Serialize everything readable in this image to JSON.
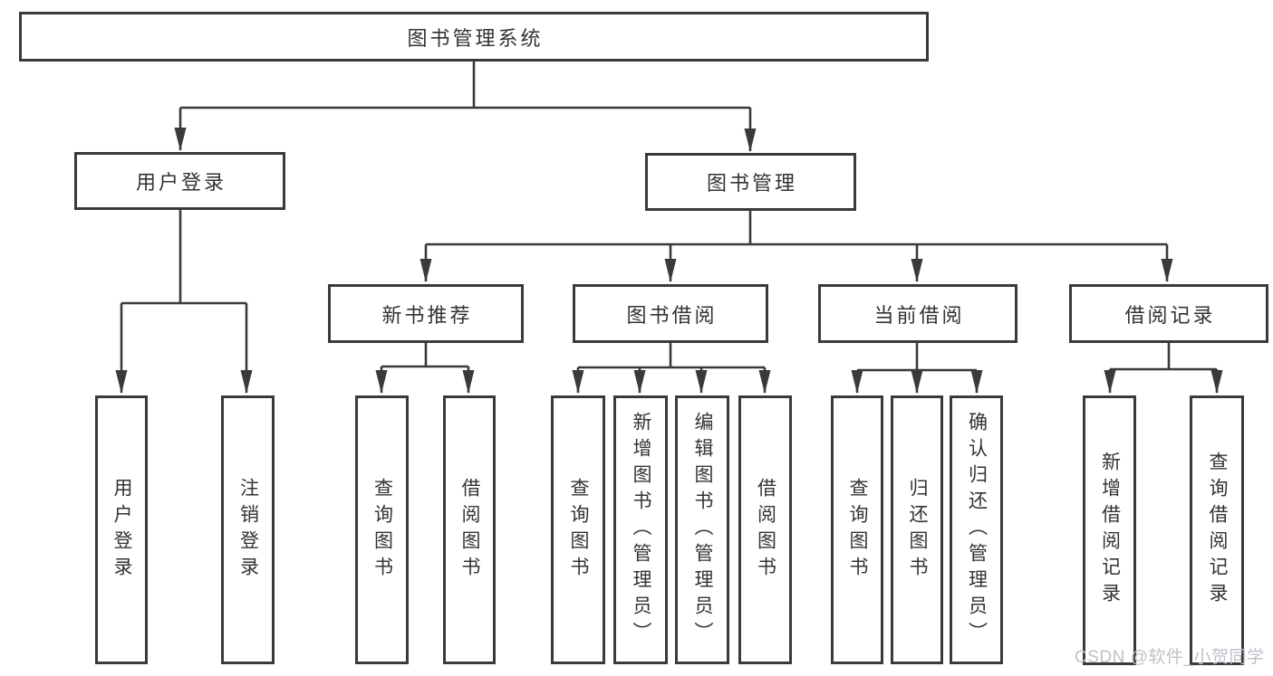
{
  "diagram_type": "functional-structure-tree",
  "tree": {
    "root": {
      "label": "图书管理系统",
      "children": [
        {
          "label": "用户登录",
          "children": [
            {
              "label": "用户登录"
            },
            {
              "label": "注销登录"
            }
          ]
        },
        {
          "label": "图书管理",
          "children": [
            {
              "label": "新书推荐",
              "children": [
                {
                  "label": "查询图书"
                },
                {
                  "label": "借阅图书"
                }
              ]
            },
            {
              "label": "图书借阅",
              "children": [
                {
                  "label": "查询图书"
                },
                {
                  "label": "新增图书（管理员）"
                },
                {
                  "label": "编辑图书（管理员）"
                },
                {
                  "label": "借阅图书"
                }
              ]
            },
            {
              "label": "当前借阅",
              "children": [
                {
                  "label": "查询图书"
                },
                {
                  "label": "归还图书"
                },
                {
                  "label": "确认归还（管理员）"
                }
              ]
            },
            {
              "label": "借阅记录",
              "children": [
                {
                  "label": "新增借阅记录"
                },
                {
                  "label": "查询借阅记录"
                }
              ]
            }
          ]
        }
      ]
    }
  },
  "watermark": "CSDN @软件_小贺同学",
  "colors": {
    "line": "#3a3a3a",
    "text": "#333333",
    "background": "#ffffff",
    "watermark": "#bdc1c7"
  }
}
